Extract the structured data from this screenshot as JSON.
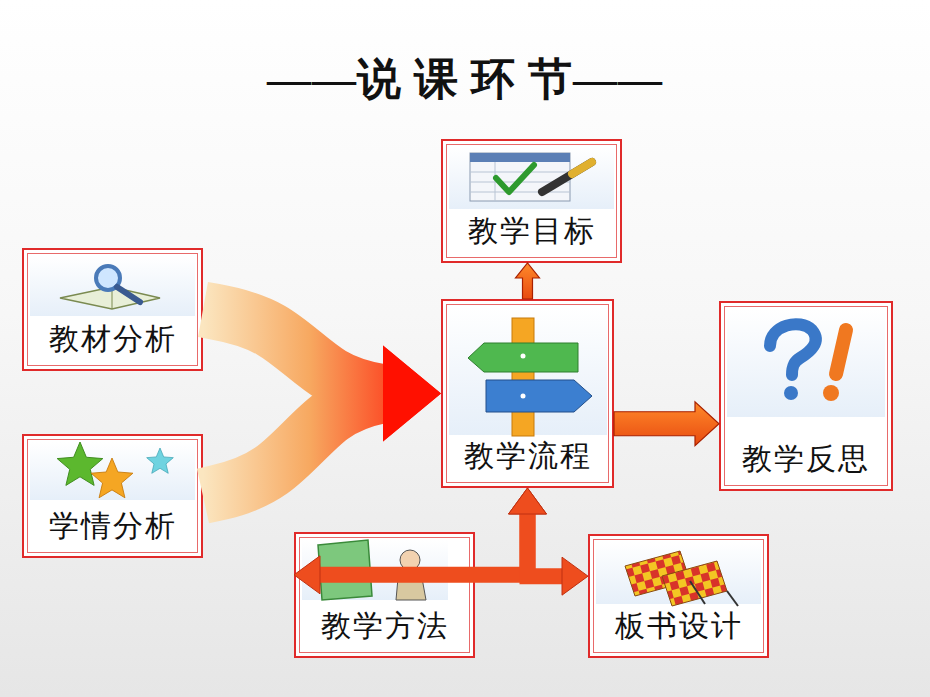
{
  "diagram": {
    "title": "——说 课 环 节——",
    "nodes": [
      {
        "text": [
          "教学目标"
        ]
      },
      {
        "text": [
          "教材分析"
        ]
      },
      {
        "text": [
          "教学流程"
        ]
      },
      {
        "text": [
          "教学反思"
        ]
      },
      {
        "text": [
          "学情分析"
        ]
      },
      {
        "text": [
          "教学方法"
        ]
      },
      {
        "text": [
          "板书设计"
        ]
      }
    ],
    "edges": [
      {
        "from": 1,
        "to": 2,
        "arrow": "to"
      },
      {
        "from": 4,
        "to": 2,
        "arrow": "to"
      },
      {
        "from": 2,
        "to": 0,
        "arrow": "to"
      },
      {
        "from": 2,
        "to": 3,
        "arrow": "to"
      },
      {
        "from": 5,
        "to": 2,
        "arrow": "both"
      },
      {
        "from": 6,
        "to": 2,
        "arrow": "both"
      }
    ]
  }
}
